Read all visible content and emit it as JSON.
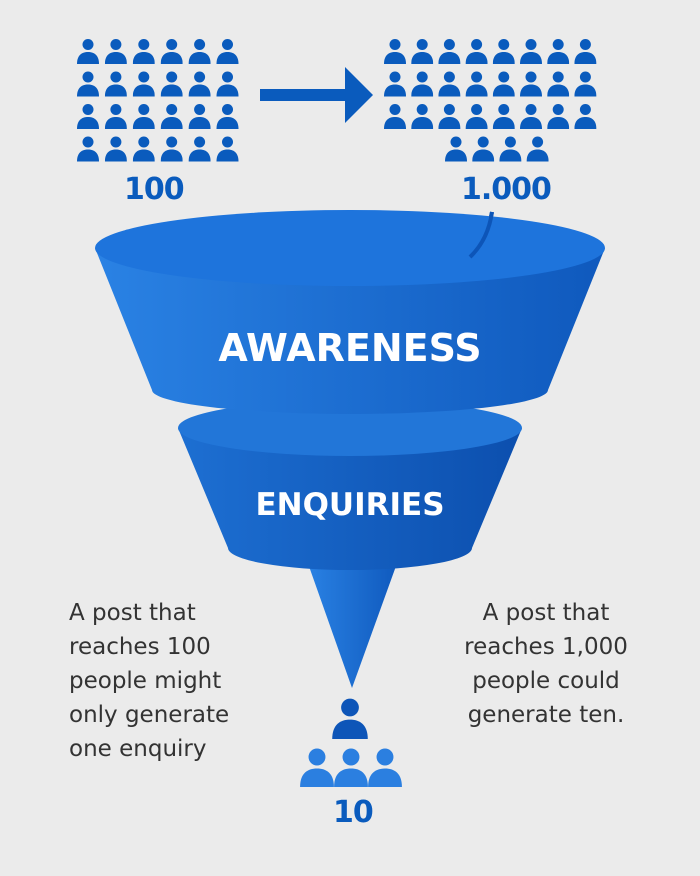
{
  "colors": {
    "icon": "#0a5bbd",
    "funnel": "#1f72d6",
    "funnel_dark": "#0d55b8",
    "bottom_people": "#2b7fe0"
  },
  "before": {
    "count_label": "100",
    "icon_rows": 4,
    "icon_cols": 6
  },
  "after": {
    "count_label": "1.000",
    "icon_rows": 3,
    "icon_cols": 8,
    "extra_row_icons": 4
  },
  "funnel": {
    "stages": [
      {
        "label": "AWARENESS"
      },
      {
        "label": "ENQUIRIES"
      }
    ]
  },
  "result": {
    "count_label": "10"
  },
  "captions": {
    "left": [
      "A post that",
      "reaches 100",
      "people might",
      "only generate",
      "one enquiry"
    ],
    "right": [
      "A post that",
      "reaches 1,000",
      "people could",
      "generate ten."
    ]
  }
}
